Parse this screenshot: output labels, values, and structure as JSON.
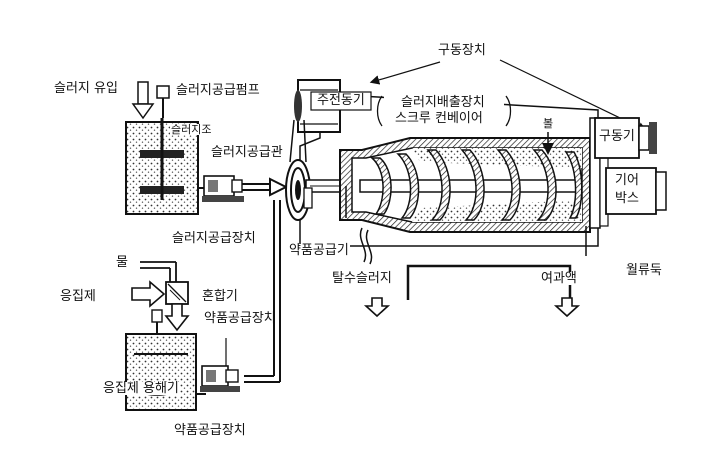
{
  "labels": {
    "drive_unit": "구동장치",
    "sludge_inflow": "슬러지 유입",
    "sludge_feed_pump": "슬러지공급펌프",
    "main_motor": "주전동기",
    "sludge_discharge_line1": "슬러지배출장치",
    "sludge_discharge_line2": "스크루 컨베이어",
    "bowl": "볼",
    "drive_motor": "구동기",
    "sludge_tank": "슬러지조",
    "sludge_feed_pipe": "슬러지공급관",
    "gear_box_line1": "기어",
    "gear_box_line2": "박스",
    "sludge_feed_unit": "슬러지공급장치",
    "chemical_feeder": "약품공급기",
    "water": "물",
    "dewatered_sludge": "탈수슬러지",
    "filtrate": "여과액",
    "weir": "월류둑",
    "coagulant": "응집제",
    "mixer": "혼합기",
    "chemical_feed_unit_mid": "약품공급장치",
    "coagulant_dissolver": "응집제 용해기",
    "chemical_feed_unit_bottom": "약품공급장치"
  }
}
